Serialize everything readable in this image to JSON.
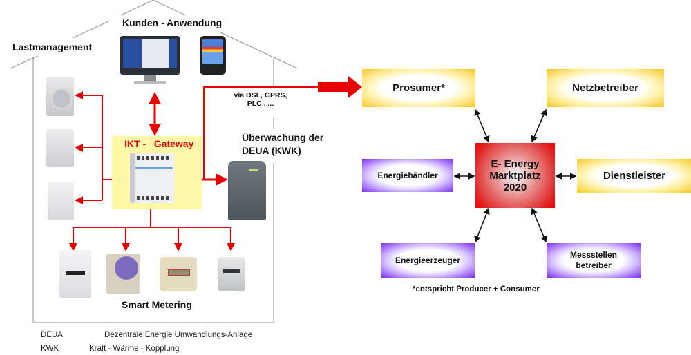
{
  "house": {
    "labels": {
      "customer_application": "Kunden - Anwendung",
      "load_management": "Lastmanagement",
      "gateway": "IKT -   Gateway",
      "connection": [
        "via DSL, GPRS,",
        "PLC  , ..."
      ],
      "monitoring": [
        "Überwachung der",
        "DEUA (KWK)"
      ],
      "smart_metering": "Smart  Metering"
    },
    "devices": {
      "display": [
        "monitor",
        "handheld-display"
      ],
      "appliances": [
        "washing-machine",
        "dryer",
        "dishwasher"
      ],
      "chp_unit": "deua-unit",
      "meters": [
        "electricity-meter",
        "water-meter",
        "heat-meter",
        "gas-meter"
      ]
    }
  },
  "market": {
    "center": [
      "E- Energy",
      "Marktplatz",
      "2020"
    ],
    "participants": [
      {
        "id": "prosumer",
        "label": "Prosumer*",
        "color": "yellow"
      },
      {
        "id": "netzbetreiber",
        "label": "Netzbetreiber",
        "color": "yellow"
      },
      {
        "id": "energiehaendler",
        "label": "Energiehändler",
        "color": "purple"
      },
      {
        "id": "dienstleister",
        "label": "Dienstleister",
        "color": "yellow"
      },
      {
        "id": "energieerzeuger",
        "label": "Energieerzeuger",
        "color": "purple"
      },
      {
        "id": "messstellenbetreiber",
        "label": [
          "Messstellen",
          "betreiber"
        ],
        "color": "purple"
      }
    ],
    "footnote": "*entspricht Producer + Consumer"
  },
  "legend": [
    {
      "abbr": "DEUA",
      "text": "Dezentrale Energie Umwandlungs-Anlage"
    },
    {
      "abbr": "KWK",
      "text": "Kraft - Wärme - Kopplung"
    }
  ],
  "colors": {
    "red": "#e60000",
    "house_line": "#a8a8a8",
    "yellow": "#f7c82a",
    "purple": "#7a2cf0",
    "gateway_bg": "#fdf7a8"
  }
}
